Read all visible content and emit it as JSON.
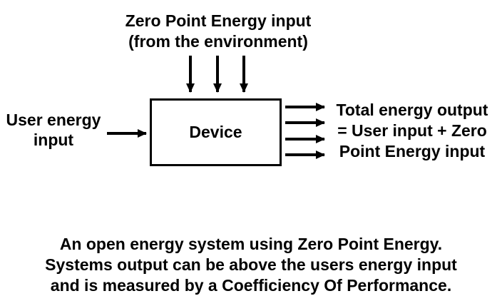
{
  "canvas": {
    "background": "#ffffff",
    "ink": "#000000"
  },
  "diagram": {
    "zpe_label": {
      "line1": "Zero Point Energy input",
      "line2": "(from the environment)"
    },
    "user_label": {
      "line1": "User energy",
      "line2": "input"
    },
    "device_label": "Device",
    "output_label": {
      "line1": "Total energy output",
      "line2": "= User input + Zero",
      "line3": "Point Energy input"
    },
    "caption": {
      "line1": "An open energy system using Zero Point Energy.",
      "line2": "Systems output can be above the users energy input",
      "line3": "and is measured by a Coefficiency Of Performance."
    },
    "arrow_counts": {
      "zpe_input_arrows": 3,
      "user_input_arrows": 1,
      "output_arrows": 4
    }
  }
}
